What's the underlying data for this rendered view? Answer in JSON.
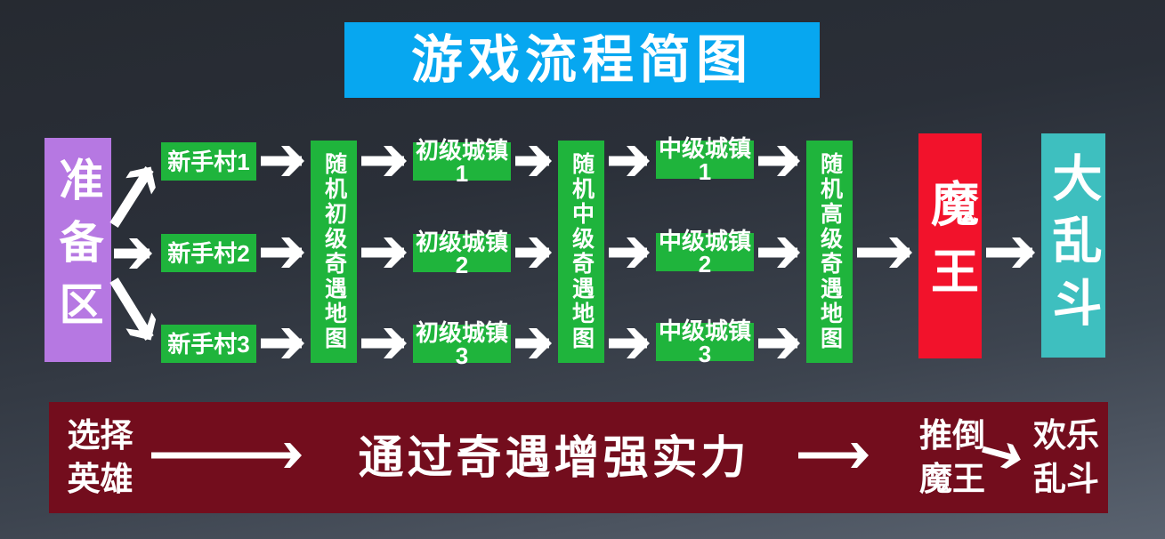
{
  "title": {
    "text": "游戏流程简图"
  },
  "colors": {
    "title_bg": "#07A7F0",
    "node_green": "#1FB43C",
    "start_purple": "#B678E2",
    "boss_red": "#F2122B",
    "finale_teal": "#3EBFBF",
    "banner_maroon": "#730D1D",
    "arrow_white": "#FFFFFF",
    "background_top": "#262A31",
    "background_bottom": "#5A6370"
  },
  "flow": {
    "start": {
      "label": "准备区"
    },
    "villages": [
      {
        "label": "新手村1"
      },
      {
        "label": "新手村2"
      },
      {
        "label": "新手村3"
      }
    ],
    "junior_map": {
      "label": "随机初级奇遇地图"
    },
    "junior_towns": [
      {
        "label": "初级城镇1"
      },
      {
        "label": "初级城镇2"
      },
      {
        "label": "初级城镇3"
      }
    ],
    "mid_map": {
      "label": "随机中级奇遇地图"
    },
    "mid_towns": [
      {
        "label": "中级城镇1"
      },
      {
        "label": "中级城镇2"
      },
      {
        "label": "中级城镇3"
      }
    ],
    "senior_map": {
      "label": "随机高级奇遇地图"
    },
    "boss": {
      "label": "魔王"
    },
    "finale": {
      "label": "大乱斗"
    }
  },
  "banner": {
    "step1": "选择\n英雄",
    "step2": "通过奇遇增强实力",
    "step3": "推倒\n魔王",
    "step4": "欢乐\n乱斗"
  }
}
